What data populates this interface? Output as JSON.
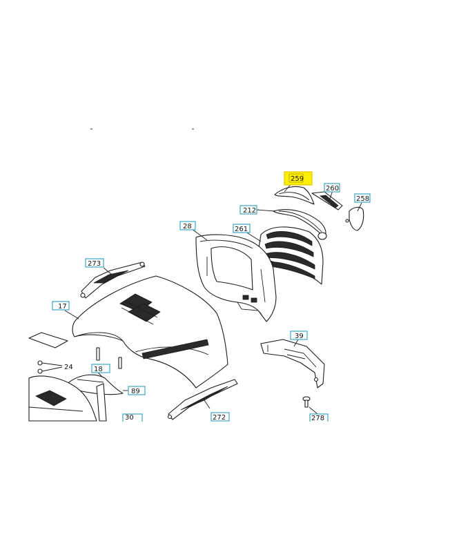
{
  "callouts": {
    "c259": "259",
    "c260": "260",
    "c258": "258",
    "c212": "212",
    "c28": "28",
    "c261": "261",
    "c273": "273",
    "c17": "17",
    "c24": "24",
    "c18": "18",
    "c89": "89",
    "c30": "30",
    "c272": "272",
    "c39": "39",
    "c278": "278"
  },
  "highlight_color": "#ffef00",
  "callout_border_color": "#3aa6c4"
}
